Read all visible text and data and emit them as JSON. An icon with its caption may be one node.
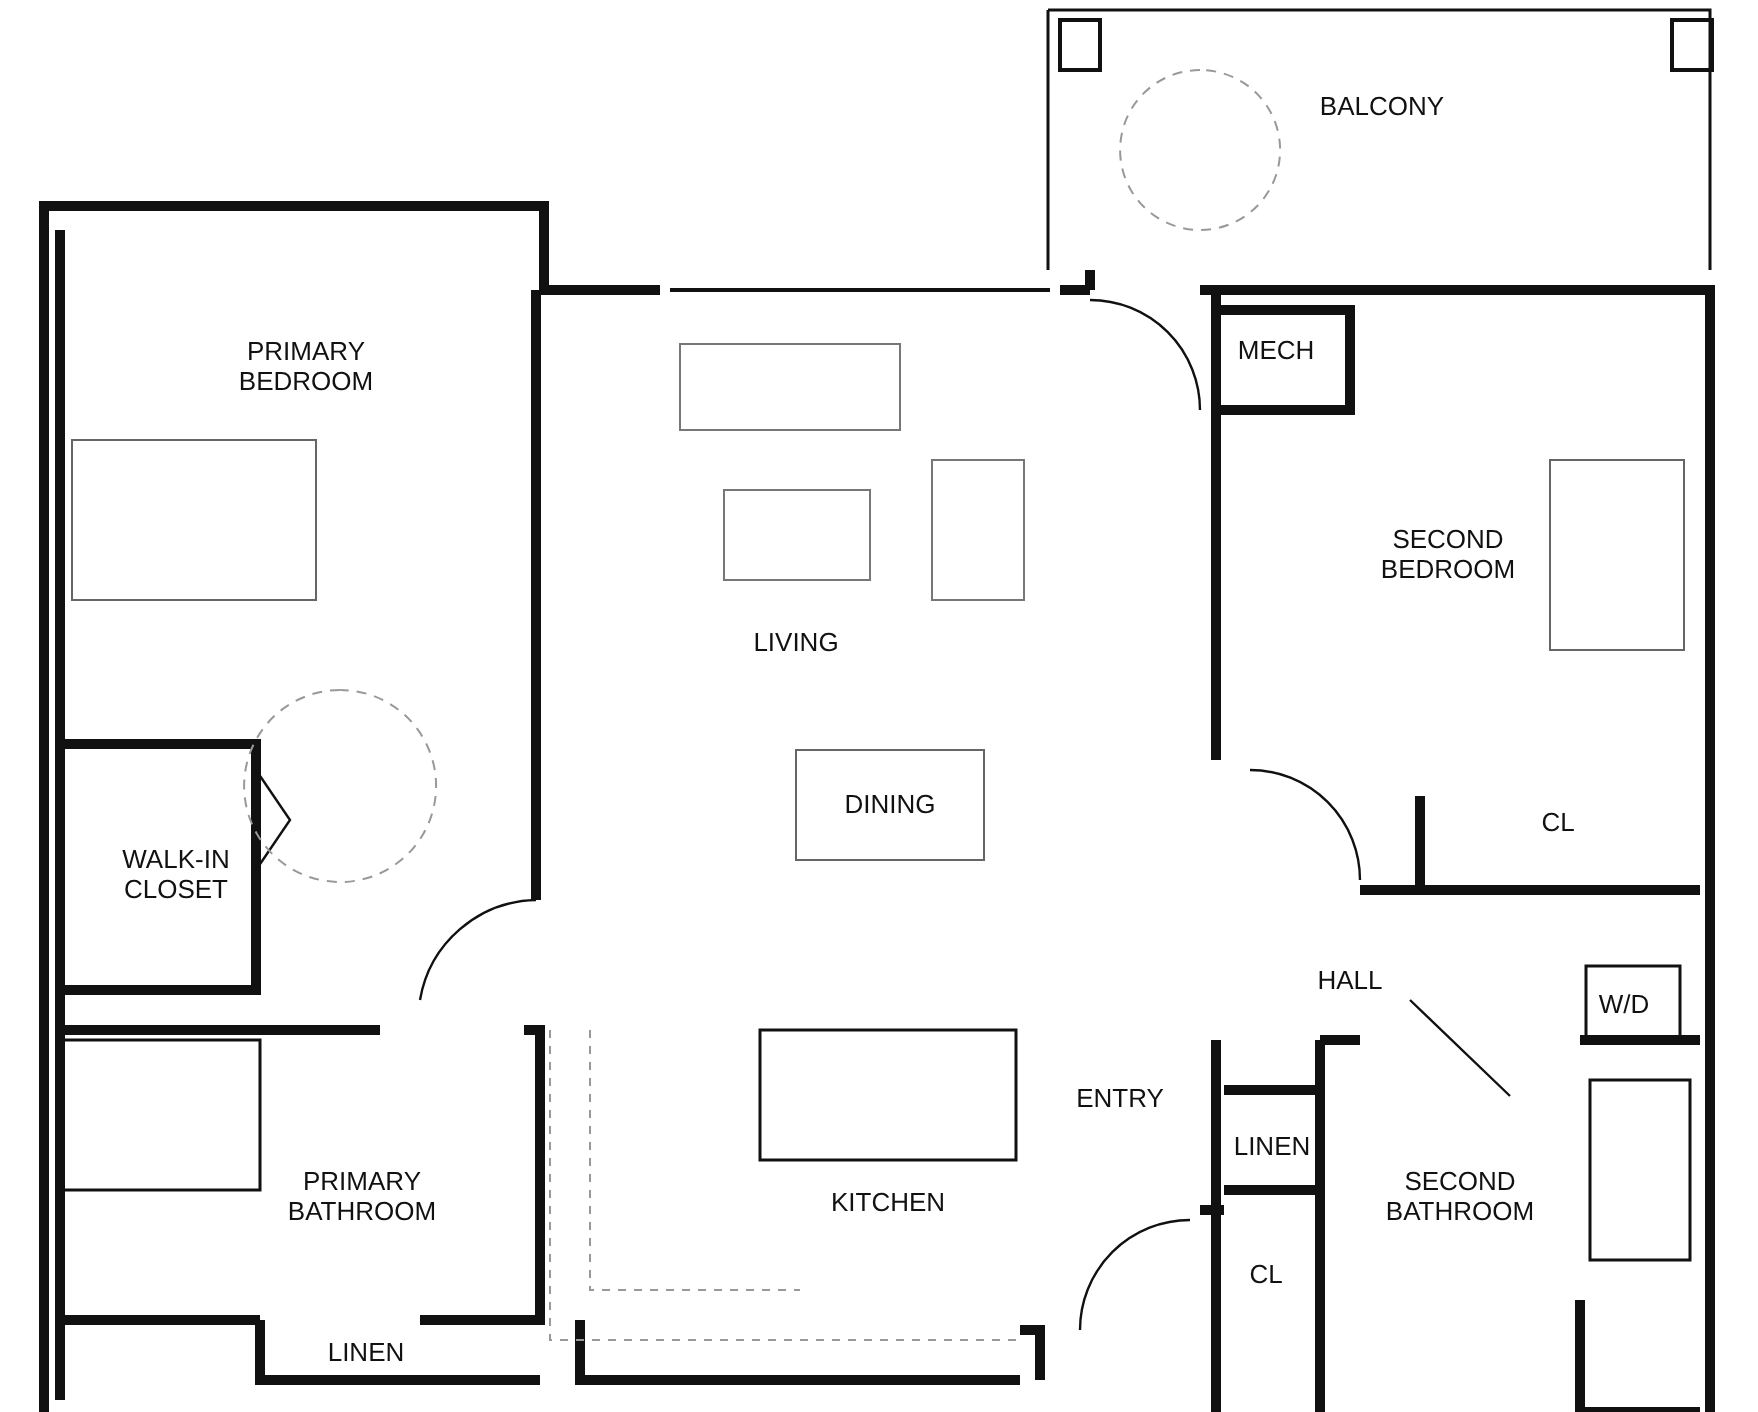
{
  "diagram": {
    "labels": [
      "BALCONY",
      "MECH",
      "PRIMARY BEDROOM",
      "SECOND BEDROOM",
      "LIVING",
      "DINING",
      "CL",
      "WALK-IN CLOSET",
      "HALL",
      "W/D",
      "ENTRY",
      "LINEN",
      "PRIMARY BATHROOM",
      "SECOND BATHROOM",
      "KITCHEN",
      "CL",
      "LINEN"
    ]
  }
}
